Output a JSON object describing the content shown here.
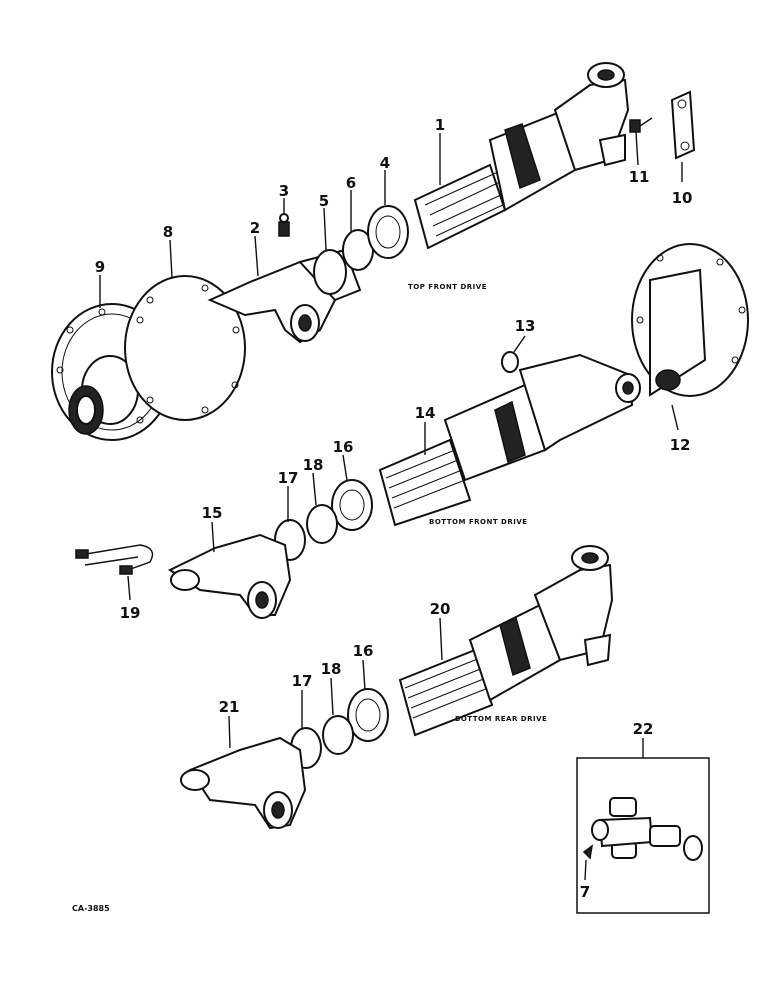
{
  "callouts": {
    "c1": "1",
    "c2": "2",
    "c3": "3",
    "c4": "4",
    "c5": "5",
    "c6": "6",
    "c7": "7",
    "c8": "8",
    "c9": "9",
    "c10": "10",
    "c11": "11",
    "c12": "12",
    "c13": "13",
    "c14": "14",
    "c15": "15",
    "c16a": "16",
    "c16b": "16",
    "c17a": "17",
    "c17b": "17",
    "c18a": "18",
    "c18b": "18",
    "c19": "19",
    "c20": "20",
    "c21": "21",
    "c22": "22"
  },
  "captions": {
    "top_front": "TOP FRONT DRIVE",
    "bottom_front": "BOTTOM FRONT DRIVE",
    "bottom_rear": "BOTTOM REAR DRIVE"
  },
  "drawing_code": "CA-3885"
}
